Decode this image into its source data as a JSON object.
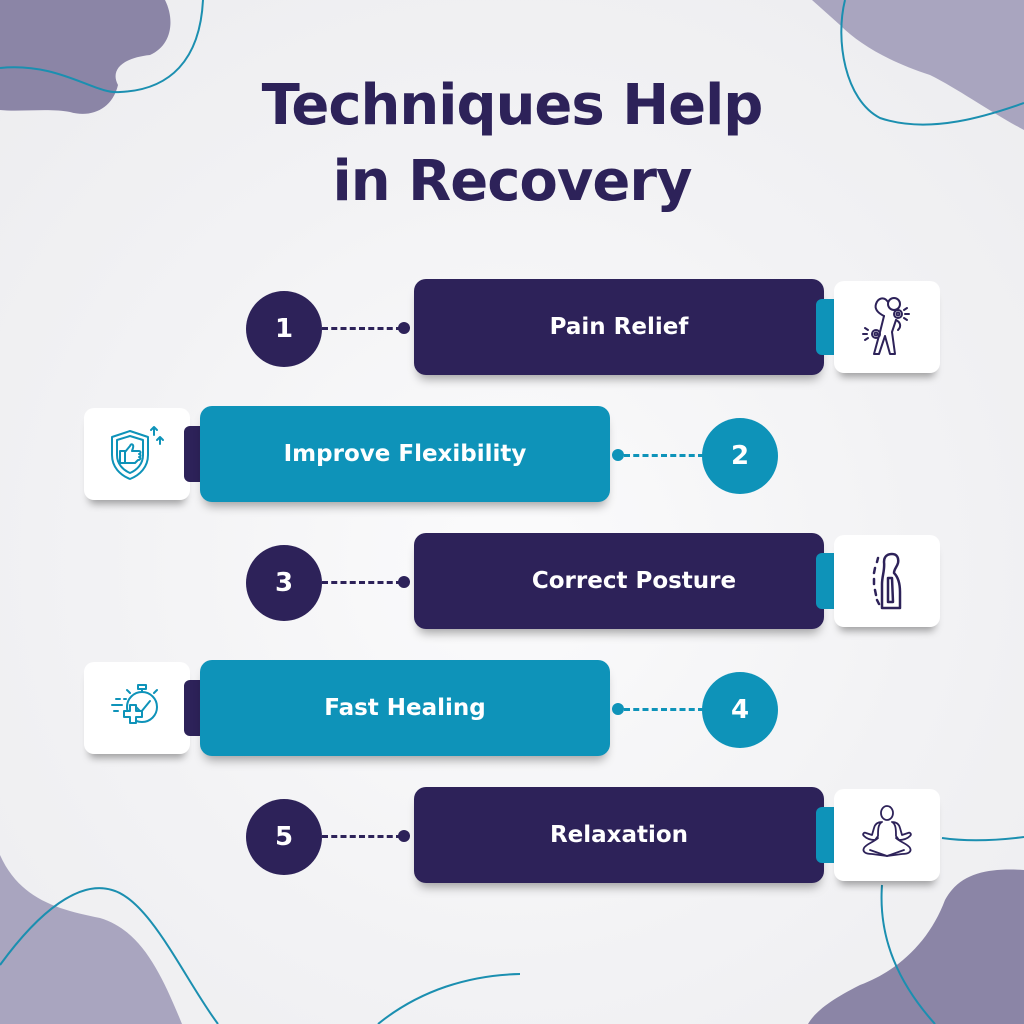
{
  "title_line1": "Techniques Help",
  "title_line2": "in Recovery",
  "colors": {
    "navy": "#2d2259",
    "teal": "#0e93b9",
    "blob": "#8b85a6",
    "background": "#f2f2f4"
  },
  "items": [
    {
      "number": "1",
      "label": "Pain Relief",
      "icon": "pain-relief-icon",
      "theme": "navy",
      "side": "right"
    },
    {
      "number": "2",
      "label": "Improve Flexibility",
      "icon": "shield-thumbs-up-icon",
      "theme": "teal",
      "side": "left"
    },
    {
      "number": "3",
      "label": "Correct Posture",
      "icon": "posture-spine-icon",
      "theme": "navy",
      "side": "right"
    },
    {
      "number": "4",
      "label": "Fast Healing",
      "icon": "stopwatch-medical-cross-icon",
      "theme": "teal",
      "side": "left"
    },
    {
      "number": "5",
      "label": "Relaxation",
      "icon": "meditation-icon",
      "theme": "navy",
      "side": "right"
    }
  ]
}
